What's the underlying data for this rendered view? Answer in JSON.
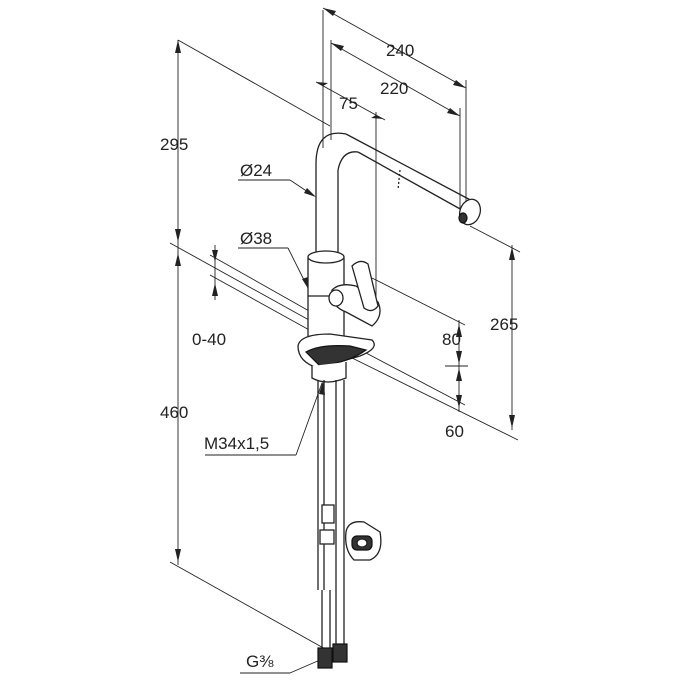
{
  "dimensions": {
    "d240": "240",
    "d220": "220",
    "d75": "75",
    "d295": "295",
    "d24": "Ø24",
    "d38": "Ø38",
    "d0_40": "0-40",
    "d80": "80",
    "d265": "265",
    "d60": "60",
    "d460": "460",
    "thread": "M34x1,5",
    "connection": "G⅜"
  }
}
